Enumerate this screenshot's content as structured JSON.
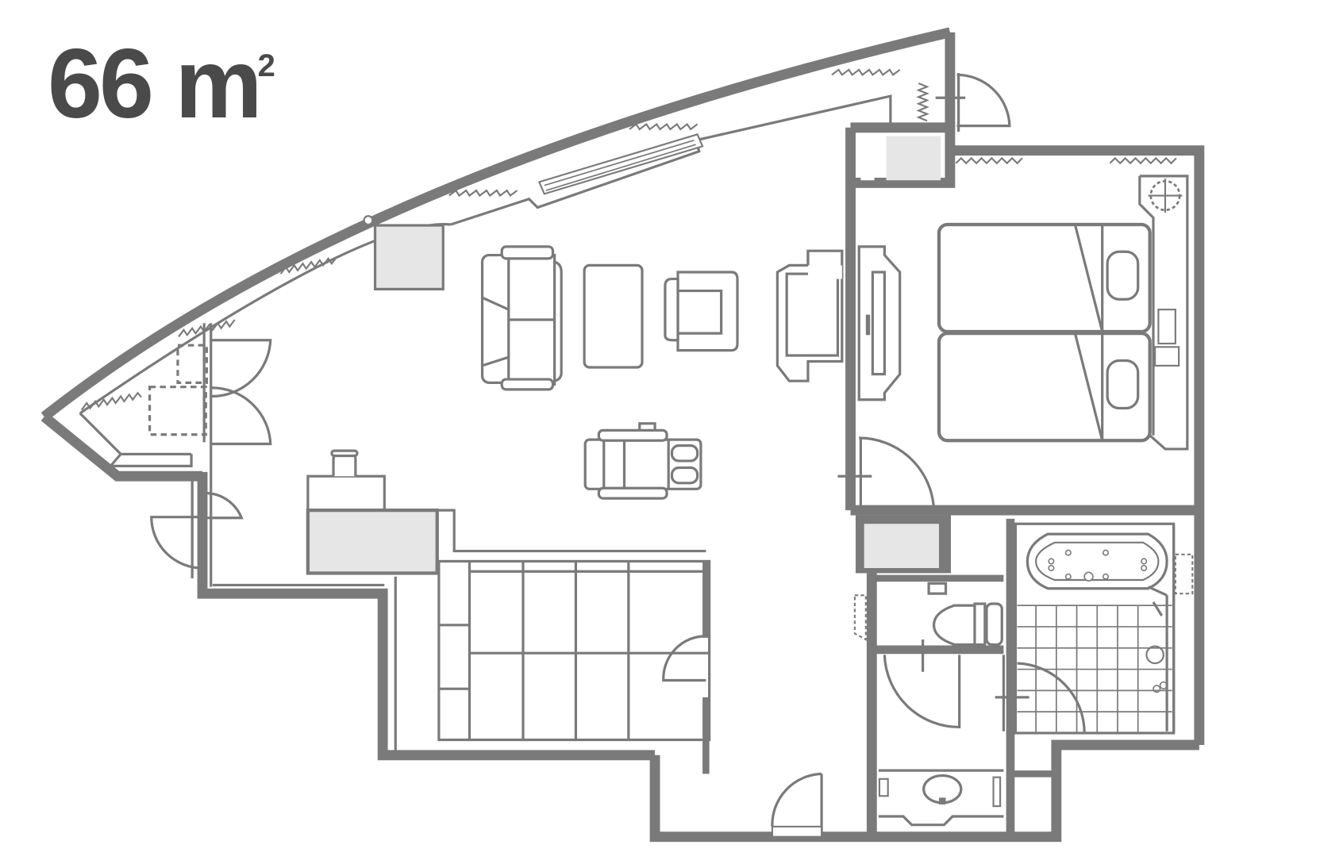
{
  "floorplan": {
    "area_value": "66",
    "area_unit": "m",
    "area_superscript": "2",
    "colors": {
      "wall": "#7a7a7a",
      "closet_fill": "#e6e6e6",
      "text": "#4a4a4a",
      "background": "#ffffff"
    },
    "rooms": [
      {
        "id": "living-room",
        "furniture": [
          "sofa",
          "coffee-table",
          "armchair",
          "tv-cabinet",
          "massage-chair",
          "desk-with-lamp",
          "storage-column"
        ]
      },
      {
        "id": "bedroom",
        "furniture": [
          "twin-beds",
          "wall-tv",
          "nightstand-panel",
          "ceiling-fixture"
        ]
      },
      {
        "id": "tatami-room",
        "furniture": [
          "tatami-mats"
        ]
      },
      {
        "id": "bathroom",
        "furniture": [
          "jacuzzi-bathtub",
          "tiled-floor",
          "shower",
          "vanity"
        ]
      },
      {
        "id": "toilet",
        "furniture": [
          "toilet"
        ]
      },
      {
        "id": "washroom",
        "furniture": [
          "washbasin"
        ]
      },
      {
        "id": "entrance",
        "furniture": [
          "entry-door"
        ]
      }
    ],
    "icons": [
      "window-zigzag-icon",
      "door-swing-icon",
      "closet-icon",
      "air-vent-icon",
      "ceiling-light-icon"
    ]
  }
}
